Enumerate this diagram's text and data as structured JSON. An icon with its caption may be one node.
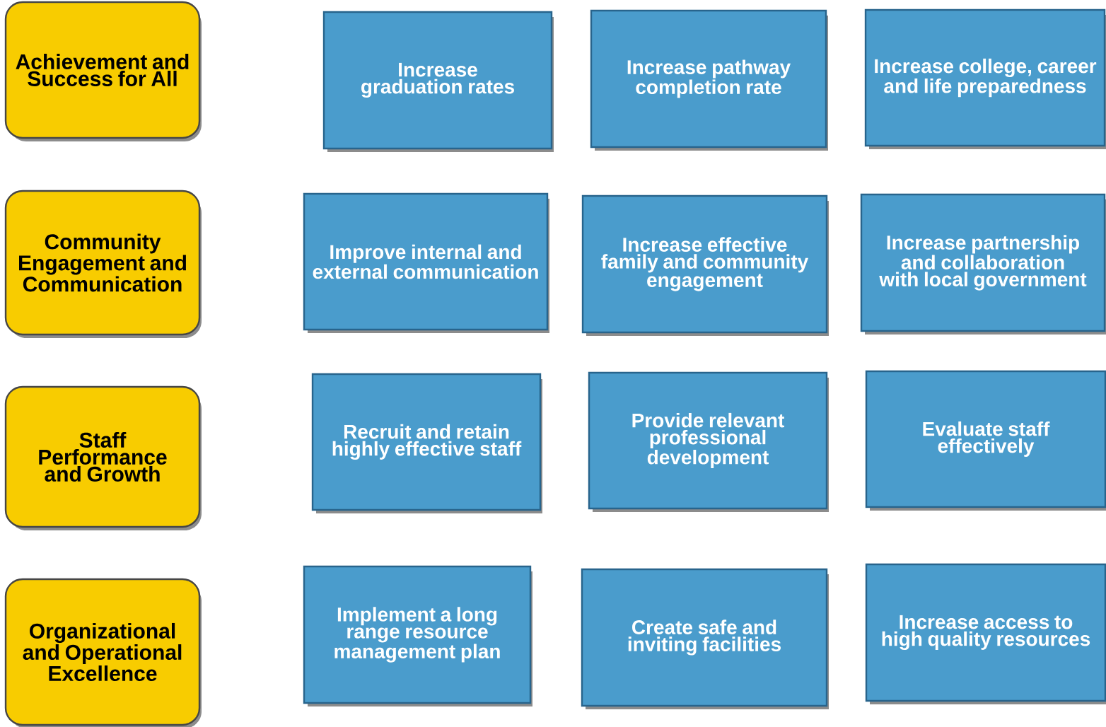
{
  "diagram": {
    "nodes": [
      {
        "text": [
          "Achievement and Success for All"
        ]
      },
      {
        "text": [
          "Increase graduation rates"
        ]
      },
      {
        "text": [
          "Increase pathway completion rate"
        ]
      },
      {
        "text": [
          "Increase college, career and life preparedness"
        ]
      },
      {
        "text": [
          "Community Engagement and Communication"
        ]
      },
      {
        "text": [
          "Improve internal and external communication"
        ]
      },
      {
        "text": [
          "Increase effective family and community engagement"
        ]
      },
      {
        "text": [
          "Increase partnership and collaboration with local government"
        ]
      },
      {
        "text": [
          "Staff Performance and Growth"
        ]
      },
      {
        "text": [
          "Recruit and retain highly effective staff"
        ]
      },
      {
        "text": [
          "Provide relevant professional development"
        ]
      },
      {
        "text": [
          "Evaluate staff effectively"
        ]
      },
      {
        "text": [
          "Organizational and Operational Excellence"
        ]
      },
      {
        "text": [
          "Implement a long range resource management plan"
        ]
      },
      {
        "text": [
          "Create safe and inviting facilities"
        ]
      },
      {
        "text": [
          "Increase access to high quality resources"
        ]
      }
    ]
  }
}
